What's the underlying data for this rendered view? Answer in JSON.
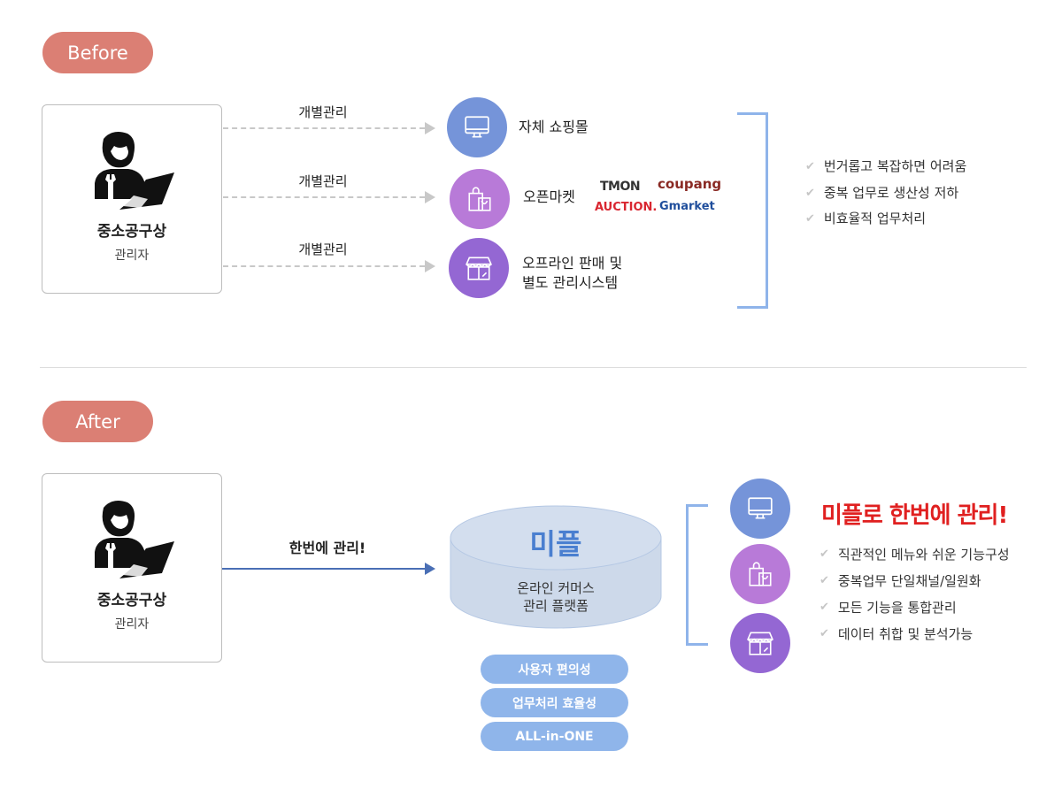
{
  "before": {
    "label": "Before",
    "person": {
      "title": "중소공구상",
      "subtitle": "관리자"
    },
    "arrows": [
      "개별관리",
      "개별관리",
      "개별관리"
    ],
    "channels": [
      {
        "icon": "monitor-icon",
        "label": "자체 쇼핑몰"
      },
      {
        "icon": "shopping-bag-icon",
        "label": "오픈마켓"
      },
      {
        "icon": "store-icon",
        "line1": "오프라인 판매 및",
        "line2": "별도 관리시스템"
      }
    ],
    "logos": [
      "TMON",
      "coupang",
      "AUCTION.",
      "Gmarket"
    ],
    "problems": [
      "번거롭고 복잡하면 어려움",
      "중복 업무로 생산성 저하",
      "비효율적 업무처리"
    ]
  },
  "after": {
    "label": "After",
    "person": {
      "title": "중소공구상",
      "subtitle": "관리자"
    },
    "arrow": "한번에 관리!",
    "platform": {
      "name": "미플",
      "line1": "온라인 커머스",
      "line2": "관리 플랫폼"
    },
    "features": [
      "사용자 편의성",
      "업무처리 효율성",
      "ALL-in-ONE"
    ],
    "headline": "미플로 한번에 관리!",
    "benefits": [
      "직관적인 메뉴와 쉬운 기능구성",
      "중복업무 단일채널/일원화",
      "모든 기능을 통합관리",
      "데이터 취합 및 분석가능"
    ]
  },
  "colors": {
    "pill": "#db7f74",
    "blue": "#7594d9",
    "violet": "#b87ad8",
    "purple": "#9467d3",
    "bracket": "#8fb4ea",
    "red": "#e02020"
  }
}
